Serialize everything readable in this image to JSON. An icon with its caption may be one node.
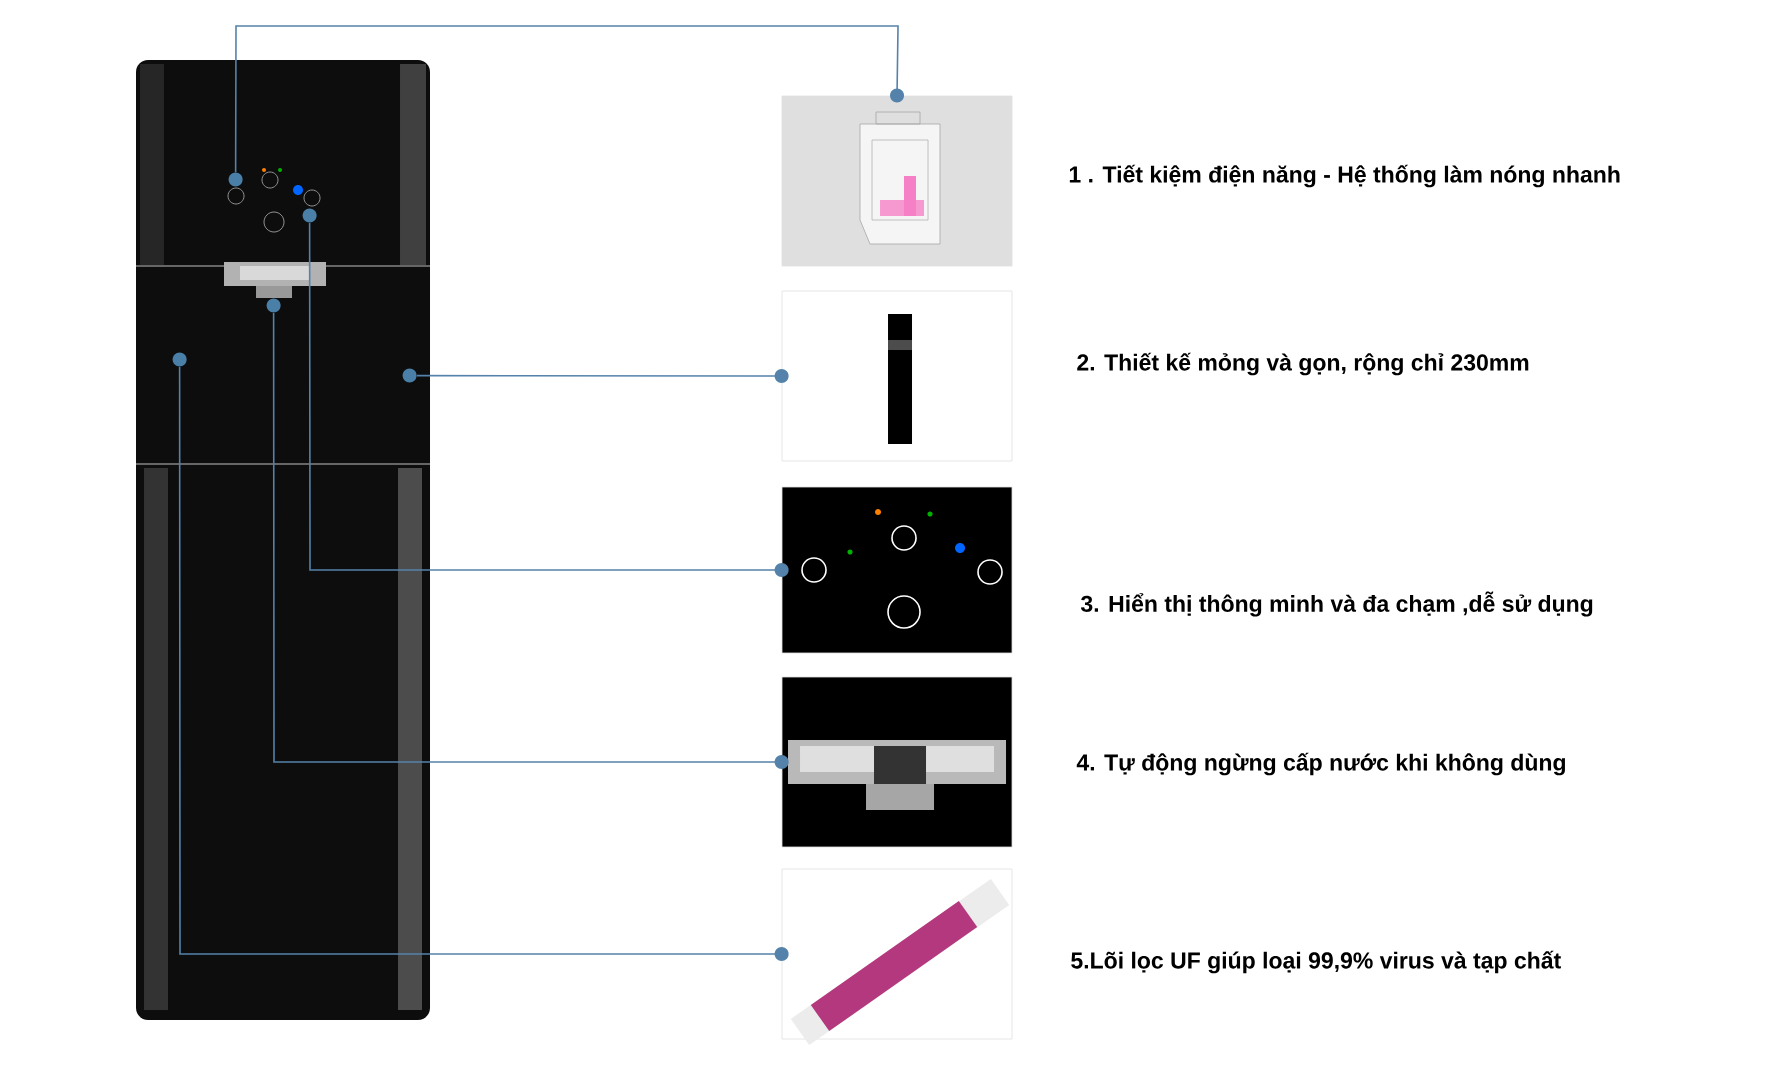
{
  "diagram": {
    "nodes": [
      {
        "text": [],
        "shape": "picture"
      },
      {
        "text": [],
        "shape": "circle",
        "in": 0
      },
      {
        "text": [],
        "shape": "circle",
        "in": 0
      },
      {
        "text": [],
        "shape": "circle",
        "in": 0
      },
      {
        "text": [],
        "shape": "circle",
        "in": 0
      },
      {
        "text": [],
        "shape": "circle",
        "in": 0
      },
      {
        "text": [],
        "shape": "picture",
        "beside": [
          "1 . Tiết kiệm điện năng - Hệ thống làm nóng nhanh"
        ]
      },
      {
        "text": [],
        "shape": "picture",
        "beside": [
          "2. Thiết kế mỏng và gọn, rộng chỉ 230mm"
        ]
      },
      {
        "text": [],
        "shape": "picture",
        "beside": [
          "3. Hiển thị thông minh và đa chạm ,dễ sử dụng"
        ]
      },
      {
        "text": [],
        "shape": "picture",
        "beside": [
          "4. Tự động ngừng cấp nước khi không dùng"
        ]
      },
      {
        "text": [],
        "shape": "picture",
        "beside": [
          "5.Lõi lọc UF giúp loại 99,9% virus và tạp chất"
        ]
      }
    ],
    "edges": [
      {
        "from": 1,
        "to": 6,
        "arrow": "other"
      },
      {
        "from": 5,
        "to": 7,
        "arrow": "other"
      },
      {
        "from": 2,
        "to": 8,
        "arrow": "other"
      },
      {
        "from": 3,
        "to": 9,
        "arrow": "other"
      },
      {
        "from": 4,
        "to": 10,
        "arrow": "other"
      }
    ]
  }
}
